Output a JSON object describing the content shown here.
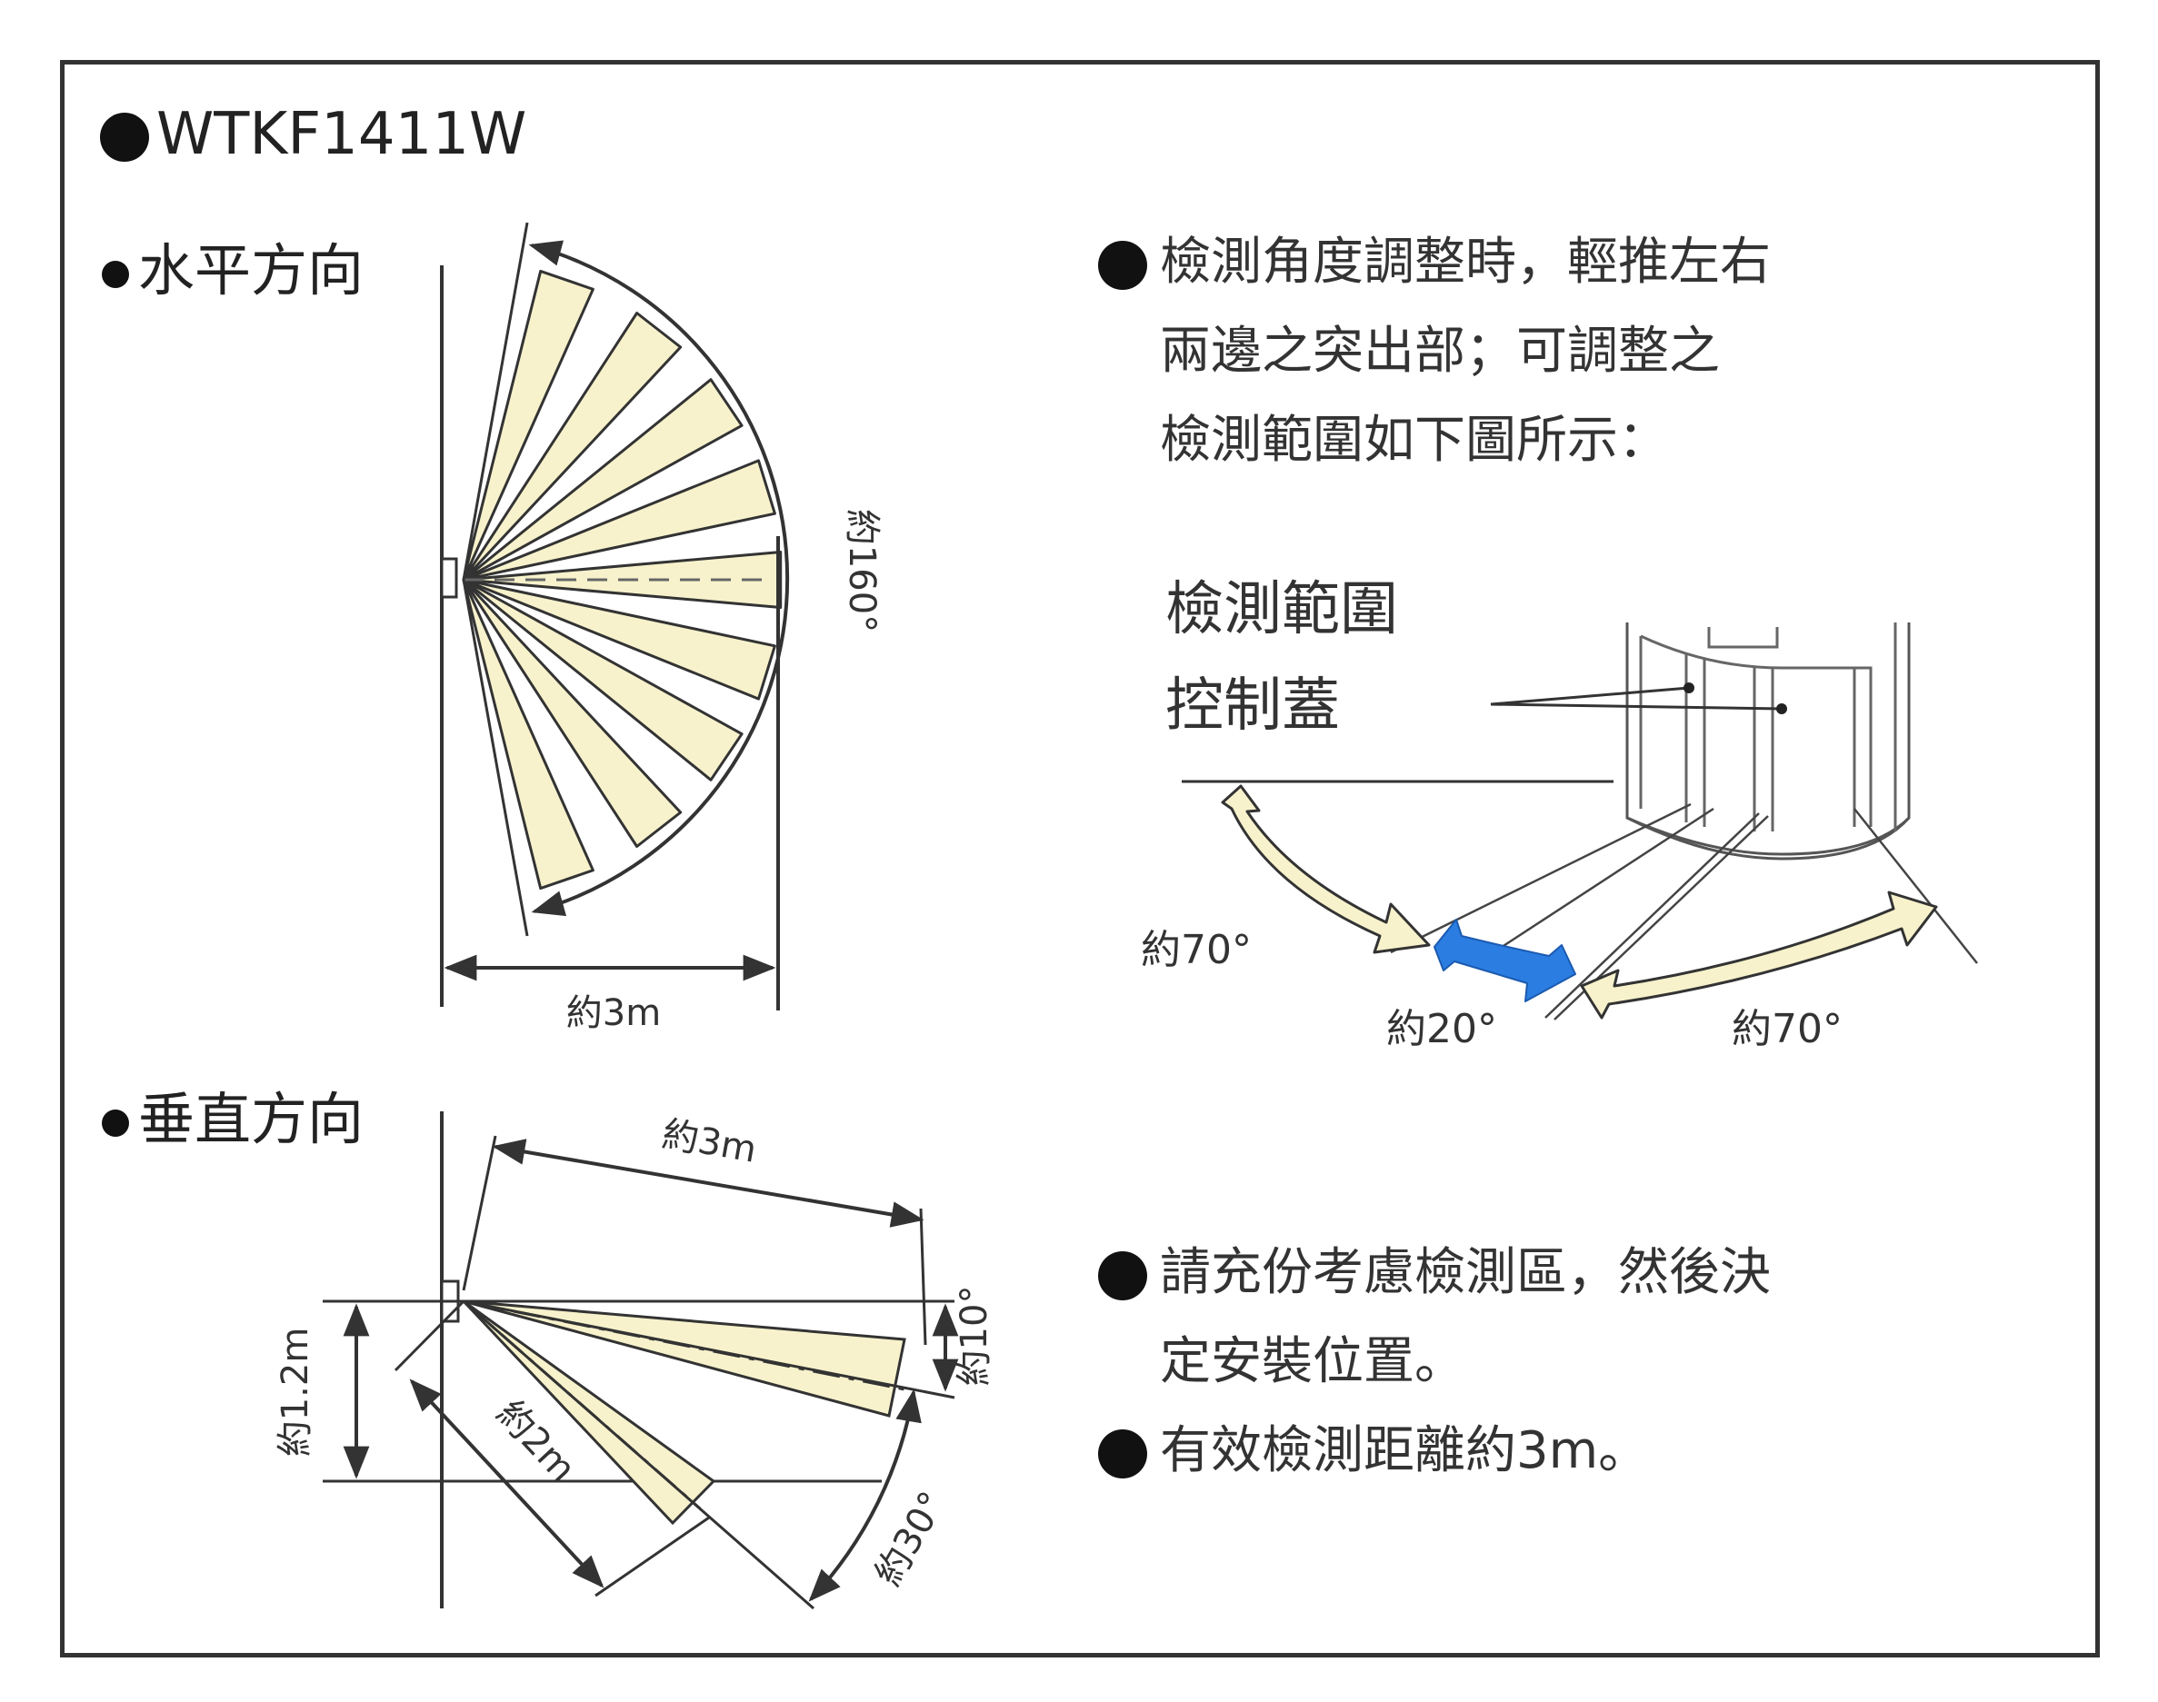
{
  "model": "WTKF1411W",
  "horizontal": {
    "heading": "水平方向",
    "angle_label": "約160°",
    "distance_label": "約3m"
  },
  "vertical": {
    "heading": "垂直方向",
    "distance_top": "約3m",
    "angle_small": "約10°",
    "height_label": "約1.2m",
    "distance_lower": "約2m",
    "angle_large": "約30°"
  },
  "adjust": {
    "lines": [
      "檢測角度調整時，輕推左右",
      "兩邊之突出部；可調整之",
      "檢測範圍如下圖所示："
    ]
  },
  "cover": {
    "label_range": "檢測範圍",
    "label_cover": "控制蓋",
    "angle_left": "約70°",
    "angle_middle": "約20°",
    "angle_right": "約70°"
  },
  "notes": {
    "note1_lines": [
      "請充份考慮檢測區，然後決",
      "定安裝位置。"
    ],
    "note2": "有效檢測距離約3m。"
  },
  "colors": {
    "zone_fill": "#f7f2cc",
    "arrow_blue": "#2b7de1",
    "line": "#333333"
  }
}
